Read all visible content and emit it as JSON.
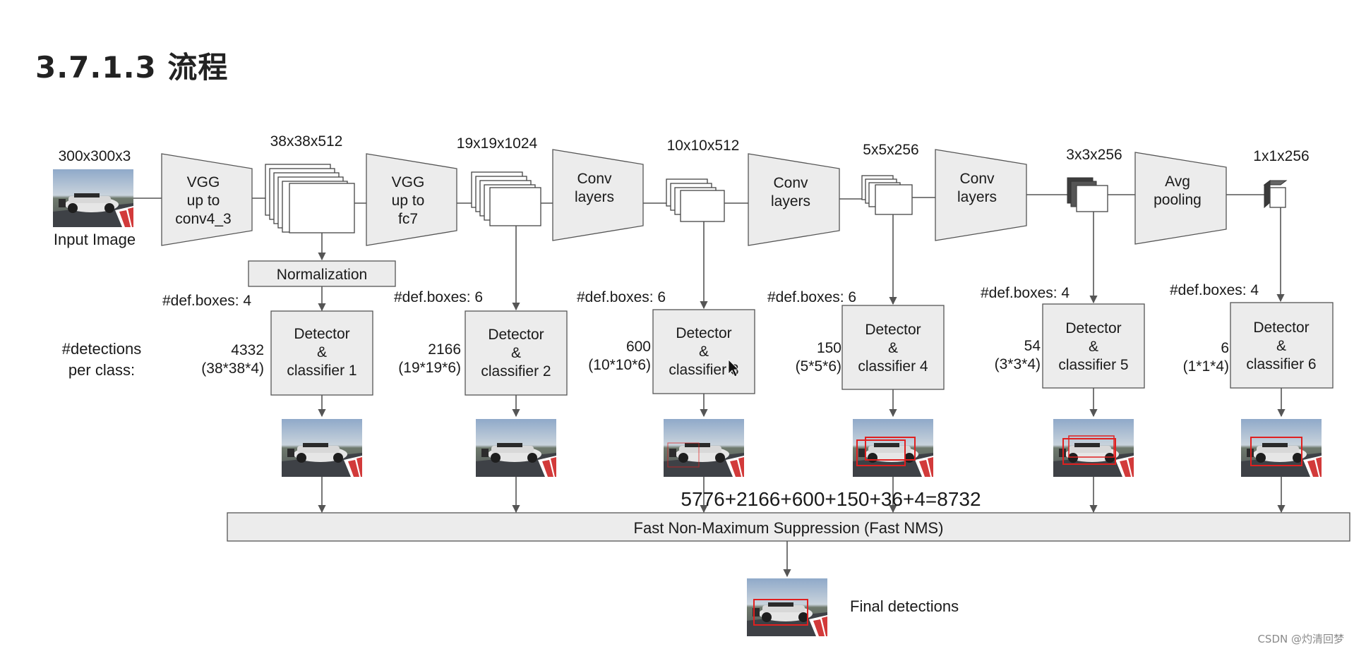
{
  "title": "3.7.1.3 流程",
  "input": {
    "size": "300x300x3",
    "label": "Input Image"
  },
  "stages": {
    "vgg_conv4": [
      "VGG",
      "up to",
      "conv4_3"
    ],
    "vgg_fc7": [
      "VGG",
      "up to",
      "fc7"
    ],
    "conv1": [
      "Conv",
      "layers"
    ],
    "conv2": [
      "Conv",
      "layers"
    ],
    "conv3": [
      "Conv",
      "layers"
    ],
    "avg_pool": [
      "Avg",
      "pooling"
    ]
  },
  "feature_maps": [
    "38x38x512",
    "19x19x1024",
    "10x10x512",
    "5x5x256",
    "3x3x256",
    "1x1x256"
  ],
  "normalization": "Normalization",
  "def_boxes": [
    "#def.boxes: 4",
    "#def.boxes: 6",
    "#def.boxes: 6",
    "#def.boxes: 6",
    "#def.boxes: 4",
    "#def.boxes: 4"
  ],
  "detections_label": [
    "#detections",
    "per class:"
  ],
  "detectors": [
    {
      "lines": [
        "Detector",
        "&",
        "classifier 1"
      ],
      "count": "4332",
      "formula": "(38*38*4)"
    },
    {
      "lines": [
        "Detector",
        "&",
        "classifier 2"
      ],
      "count": "2166",
      "formula": "(19*19*6)"
    },
    {
      "lines": [
        "Detector",
        "&",
        "classifier 3"
      ],
      "count": "600",
      "formula": "(10*10*6)"
    },
    {
      "lines": [
        "Detector",
        "&",
        "classifier 4"
      ],
      "count": "150",
      "formula": "(5*5*6)"
    },
    {
      "lines": [
        "Detector",
        "&",
        "classifier 5"
      ],
      "count": "54",
      "formula": "(3*3*4)"
    },
    {
      "lines": [
        "Detector",
        "&",
        "classifier 6"
      ],
      "count": "6",
      "formula": "(1*1*4)"
    }
  ],
  "sum_equation": "5776+2166+600+150+36+4=8732",
  "nms_label": "Fast Non-Maximum Suppression (Fast NMS)",
  "final_label": "Final detections",
  "watermark": "CSDN @灼清回梦",
  "colors": {
    "block_fill": "#ececec",
    "stroke": "#555555",
    "detection_box": "#e02020"
  }
}
